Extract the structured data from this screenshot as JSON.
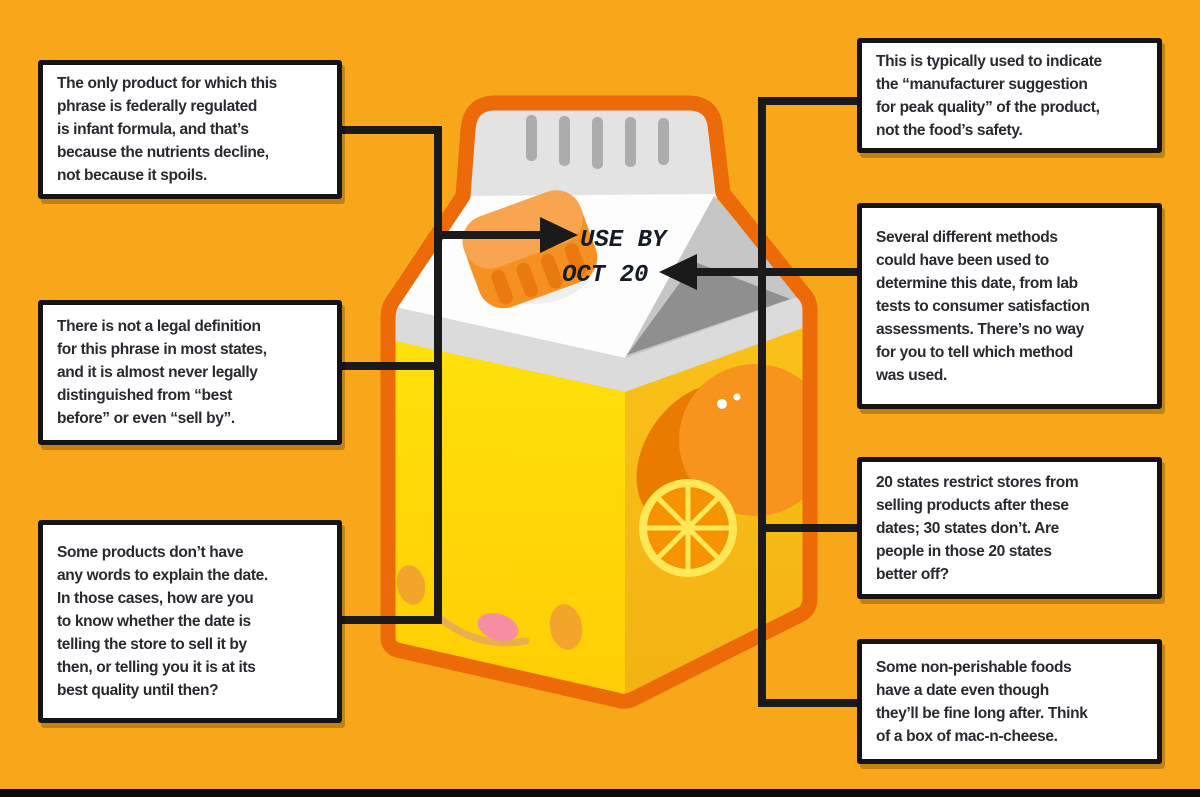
{
  "colors": {
    "background": "#F8A71A",
    "carton_outline": "#EC6A08",
    "carton_front_yellow": "#FFD908",
    "carton_side_amber": "#F8BD17",
    "roof_white": "#FDFDFD",
    "crimp_gray": "#E3E3E3",
    "crimp_stripe_gray": "#ACACAC",
    "gable_light_gray": "#C6C6C6",
    "gable_dark_gray": "#8F8F8F",
    "cap_orange": "#F59120",
    "fruit_orange": "#F6941D",
    "connector_black": "#1A1A1A",
    "callout_background": "#FFFFFF",
    "callout_border": "#141414",
    "bottom_bar": "#0B0B0B"
  },
  "carton": {
    "date_line1": "USE BY",
    "date_line2": "OCT 20"
  },
  "callouts": {
    "left": [
      {
        "id": "federal-regulation",
        "text": "The only product for which this\nphrase is federally regulated\nis infant formula, and that’s\nbecause the nutrients decline,\nnot because it spoils."
      },
      {
        "id": "legal-definition",
        "text": "There is not a legal definition\nfor this phrase in most states,\nand it is almost never legally\ndistinguished from “best\nbefore” or even “sell by”."
      },
      {
        "id": "no-words-date",
        "text": "Some products don’t have\nany words to explain the date.\nIn those cases, how are you\nto know whether the date is\ntelling the store to sell it by\nthen, or telling you it is at its\nbest quality until then?"
      }
    ],
    "right": [
      {
        "id": "peak-quality",
        "text": "This is typically used to indicate\nthe “manufacturer suggestion\nfor peak quality” of the product,\nnot the food’s safety."
      },
      {
        "id": "dating-methods",
        "text": "Several different methods\ncould have been used to\ndetermine this date, from lab\ntests to consumer satisfaction\nassessments. There’s no way\nfor you to tell which method\nwas used."
      },
      {
        "id": "state-restrictions",
        "text": "20 states restrict stores from\nselling products after these\ndates; 30 states don’t. Are\npeople in those 20 states\nbetter off?"
      },
      {
        "id": "non-perishable",
        "text": "Some non-perishable foods\nhave a date even though\nthey’ll be fine long after. Think\nof a box of mac-n-cheese."
      }
    ]
  }
}
